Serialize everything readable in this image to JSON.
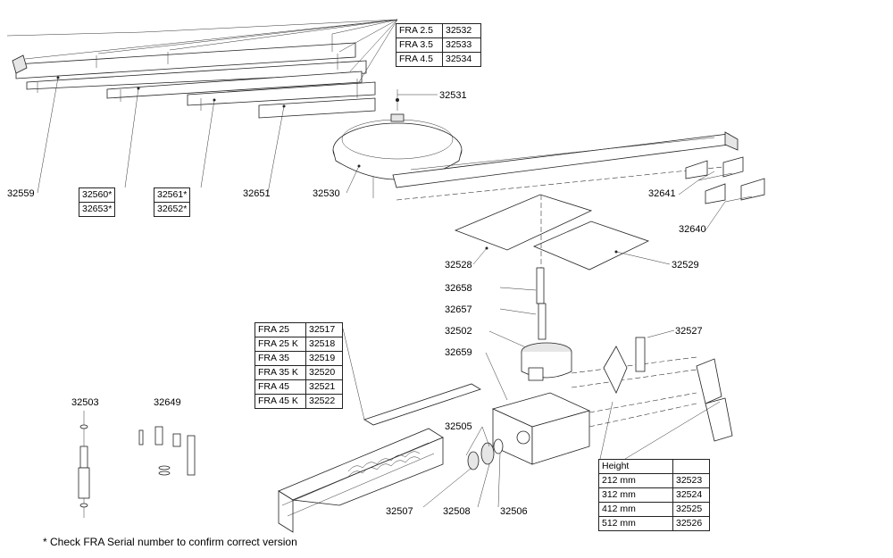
{
  "labels": {
    "p32531": "32531",
    "p32559": "32559",
    "p32651": "32651",
    "p32530": "32530",
    "p32641": "32641",
    "p32640": "32640",
    "p32528": "32528",
    "p32529": "32529",
    "p32658": "32658",
    "p32657": "32657",
    "p32502": "32502",
    "p32527": "32527",
    "p32659": "32659",
    "p32503": "32503",
    "p32649": "32649",
    "p32505": "32505",
    "p32507": "32507",
    "p32508": "32508",
    "p32506": "32506"
  },
  "boxes": {
    "box_a": [
      "32560*",
      "32653*"
    ],
    "box_b": [
      "32561*",
      "32652*"
    ]
  },
  "tables": {
    "fra_small": [
      [
        "FRA 2.5",
        "32532"
      ],
      [
        "FRA 3.5",
        "32533"
      ],
      [
        "FRA 4.5",
        "32534"
      ]
    ],
    "fra_large": [
      [
        "FRA 25",
        "32517"
      ],
      [
        "FRA 25 K",
        "32518"
      ],
      [
        "FRA 35",
        "32519"
      ],
      [
        "FRA 35 K",
        "32520"
      ],
      [
        "FRA 45",
        "32521"
      ],
      [
        "FRA 45 K",
        "32522"
      ]
    ],
    "height_header": "Height",
    "height": [
      [
        "212 mm",
        "32523"
      ],
      [
        "312 mm",
        "32524"
      ],
      [
        "412 mm",
        "32525"
      ],
      [
        "512 mm",
        "32526"
      ]
    ]
  },
  "footnote": "*   Check FRA Serial number to confirm correct version"
}
